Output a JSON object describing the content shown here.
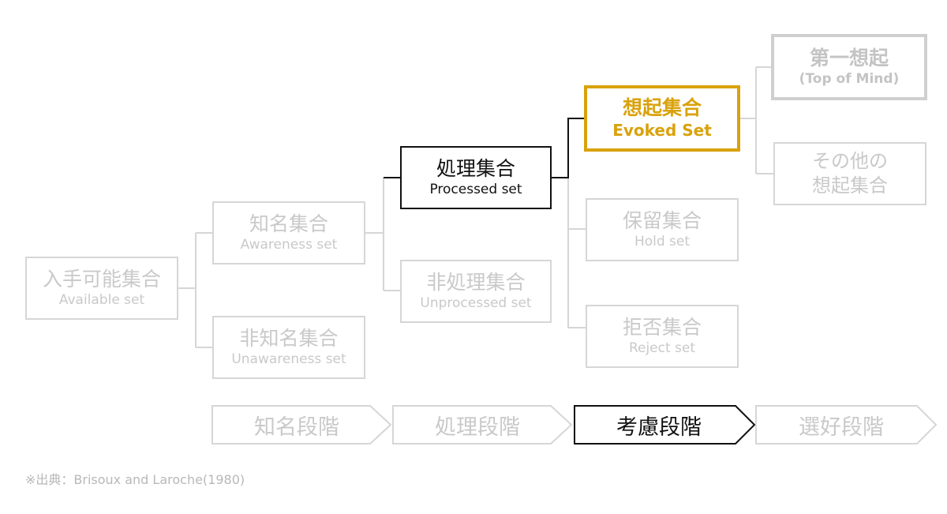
{
  "nodes": {
    "available": {
      "jp": "入手可能集合",
      "en": "Available set"
    },
    "awareness": {
      "jp": "知名集合",
      "en": "Awareness set"
    },
    "unawareness": {
      "jp": "非知名集合",
      "en": "Unawareness set"
    },
    "processed": {
      "jp": "処理集合",
      "en": "Processed set"
    },
    "unprocessed": {
      "jp": "非処理集合",
      "en": "Unprocessed set"
    },
    "evoked": {
      "jp": "想起集合",
      "en": "Evoked Set"
    },
    "hold": {
      "jp": "保留集合",
      "en": "Hold set"
    },
    "reject": {
      "jp": "拒否集合",
      "en": "Reject set"
    },
    "top_of_mind": {
      "jp": "第一想起",
      "en": "(Top of Mind)"
    },
    "other_evoked": {
      "line1": "その他の",
      "line2": "想起集合"
    }
  },
  "stages": [
    "知名段階",
    "処理段階",
    "考慮段階",
    "選好段階"
  ],
  "source": "※出典：Brisoux and Laroche(1980)",
  "colors": {
    "muted": "#d6d6d6",
    "muted_text": "#c9c9c9",
    "active": "#111111",
    "highlight": "#d9a20c"
  }
}
